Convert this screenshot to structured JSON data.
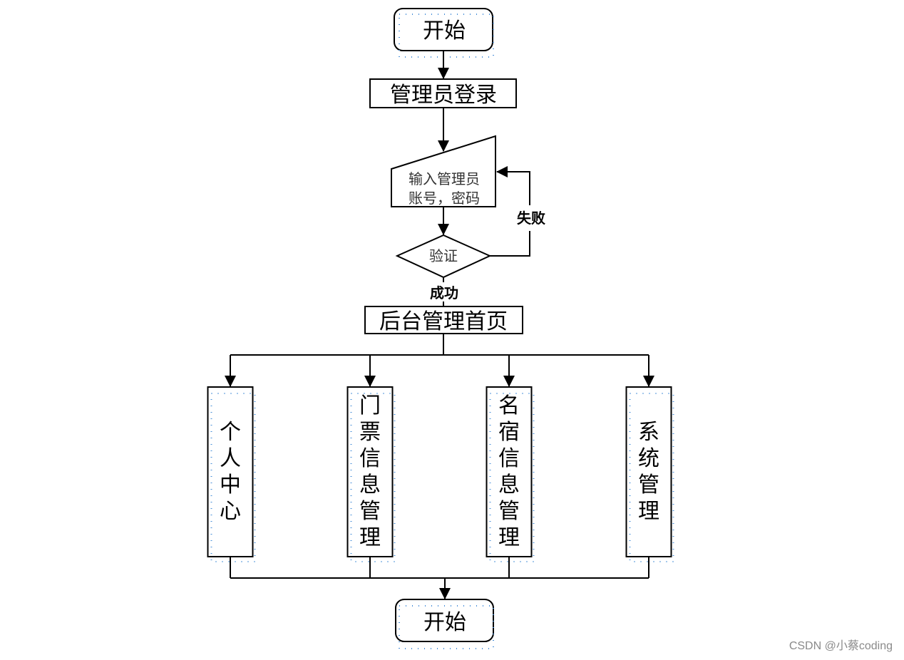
{
  "diagram": {
    "type": "flowchart",
    "nodes": {
      "start": {
        "label": "开始",
        "shape": "terminator"
      },
      "login": {
        "label": "管理员登录",
        "shape": "process"
      },
      "input": {
        "label_lines": [
          "输入管理员",
          "账号，密码"
        ],
        "shape": "manual-input"
      },
      "verify": {
        "label": "验证",
        "shape": "decision"
      },
      "home": {
        "label": "后台管理首页",
        "shape": "process"
      },
      "modules": [
        {
          "id": "personal-center",
          "label": "个人中心"
        },
        {
          "id": "ticket-info",
          "label": "门票信息管理"
        },
        {
          "id": "homestay-info",
          "label": "名宿信息管理"
        },
        {
          "id": "system-mgmt",
          "label": "系统管理"
        }
      ],
      "end": {
        "label": "开始",
        "shape": "terminator"
      }
    },
    "edges": {
      "fail_label": "失败",
      "success_label": "成功"
    },
    "colors": {
      "stroke": "#000000",
      "selection_dots": "#4a90d9"
    }
  },
  "watermark": "CSDN @小蔡coding"
}
